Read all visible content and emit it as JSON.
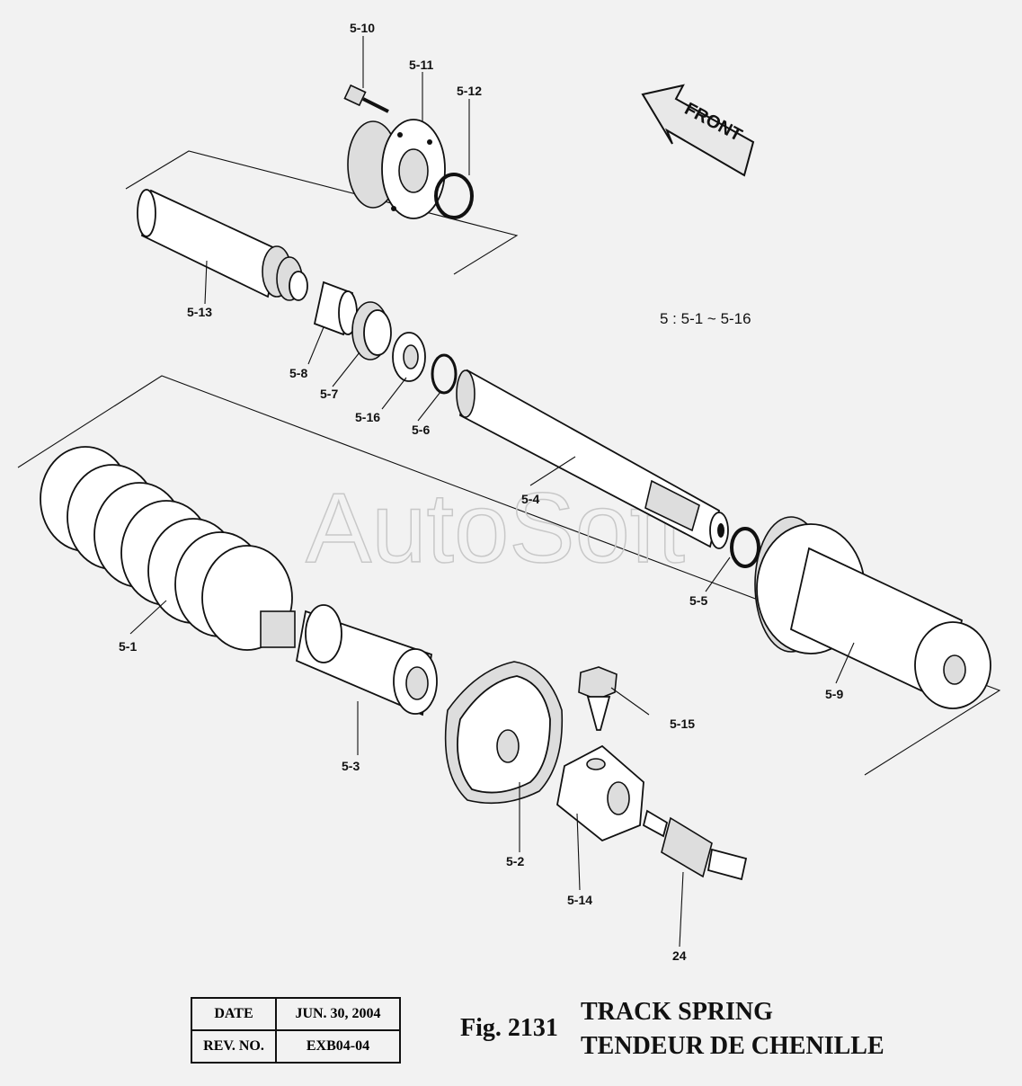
{
  "labels": [
    {
      "id": "5-10",
      "text": "5-10"
    },
    {
      "id": "5-11",
      "text": "5-11"
    },
    {
      "id": "5-12",
      "text": "5-12"
    },
    {
      "id": "5-13",
      "text": "5-13"
    },
    {
      "id": "5-8",
      "text": "5-8"
    },
    {
      "id": "5-7",
      "text": "5-7"
    },
    {
      "id": "5-16",
      "text": "5-16"
    },
    {
      "id": "5-6",
      "text": "5-6"
    },
    {
      "id": "5-4",
      "text": "5-4"
    },
    {
      "id": "5-5",
      "text": "5-5"
    },
    {
      "id": "5-9",
      "text": "5-9"
    },
    {
      "id": "5-1",
      "text": "5-1"
    },
    {
      "id": "5-3",
      "text": "5-3"
    },
    {
      "id": "5-15",
      "text": "5-15"
    },
    {
      "id": "5-2",
      "text": "5-2"
    },
    {
      "id": "5-14",
      "text": "5-14"
    },
    {
      "id": "24",
      "text": "24"
    }
  ],
  "assembly_note": "5 : 5-1 ~ 5-16",
  "front_arrow": "FRONT",
  "watermark": "AutoSoft",
  "info_table": {
    "date_label": "DATE",
    "date_value": "JUN. 30, 2004",
    "rev_label": "REV. NO.",
    "rev_value": "EXB04-04"
  },
  "figure": {
    "number": "Fig. 2131",
    "title_en": "TRACK SPRING",
    "title_fr": "TENDEUR DE CHENILLE"
  }
}
